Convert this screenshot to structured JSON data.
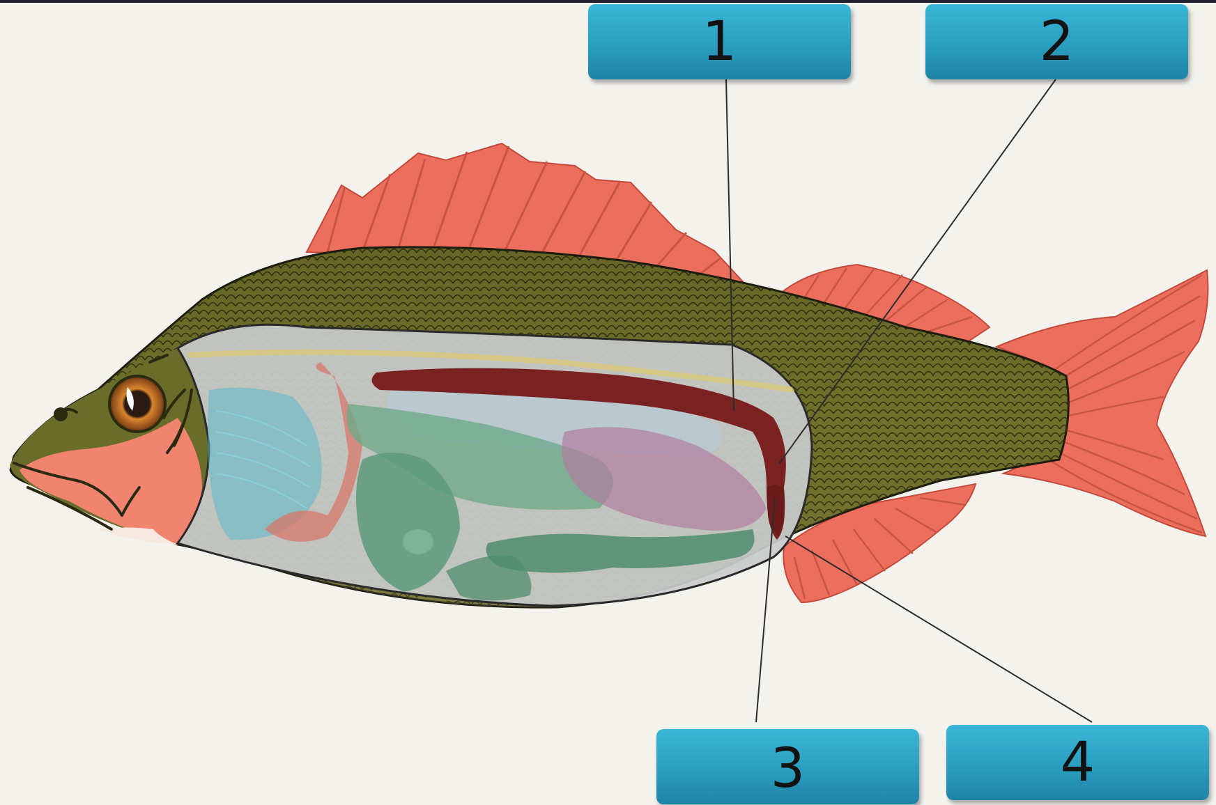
{
  "labels": [
    {
      "id": "1",
      "text": "1"
    },
    {
      "id": "2",
      "text": "2"
    },
    {
      "id": "3",
      "text": "3"
    },
    {
      "id": "4",
      "text": "4"
    }
  ],
  "colors": {
    "background": "#f3f2ed",
    "label_box": "#2a9ec0",
    "body_scales": "#6b6b22",
    "fins": "#ea6a5a",
    "kidney": "#7a2222",
    "swim_bladder": "#b9c8d2",
    "gills": "#4fb3c2",
    "intestine": "#5d9a7c",
    "gonad": "#b07ea0"
  },
  "icons": [
    "fish-anatomy-illustration"
  ]
}
